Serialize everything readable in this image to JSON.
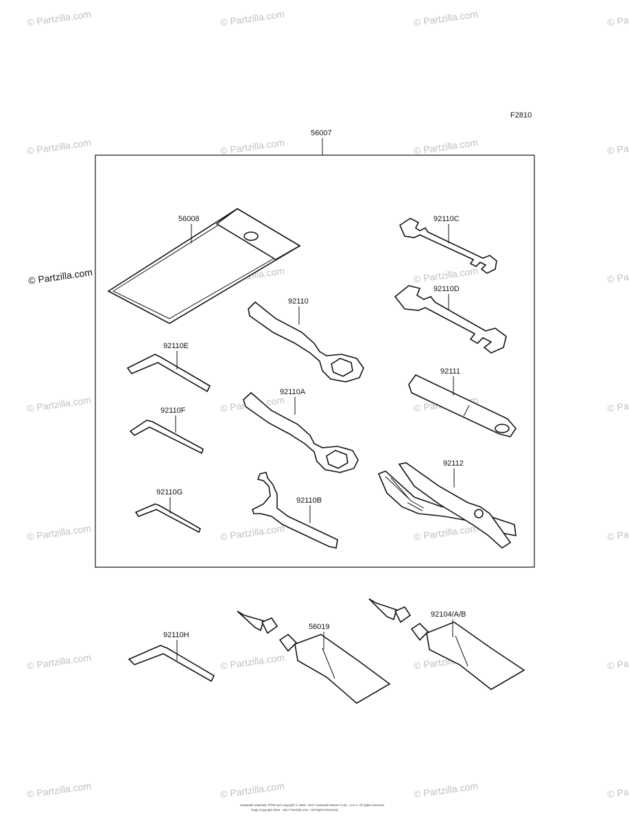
{
  "diagram": {
    "figure_code": "F2810",
    "kit_label": "56007",
    "copyright_watermark": "© Partzilla.com",
    "footer_line1": "Kawasaki materials ®/TM and copyright © 1995 - 2017 Kawasaki Motors Corp., U.S.A. All rights reserved.",
    "footer_line2": "Page Copyright 2002 - 2017 Partzilla.com - All Rights Reserved.",
    "parts": {
      "bag": "56008",
      "ring_wrench": "92110",
      "ring_wrench_a": "92110A",
      "hook_wrench": "92110B",
      "open_wrench_c": "92110C",
      "open_wrench_d": "92110D",
      "hex_e": "92110E",
      "hex_f": "92110F",
      "hex_g": "92110G",
      "hex_h": "92110H",
      "extension": "92111",
      "pliers": "92112",
      "grease_1": "56019",
      "grease_2": "92104/A/B"
    }
  }
}
